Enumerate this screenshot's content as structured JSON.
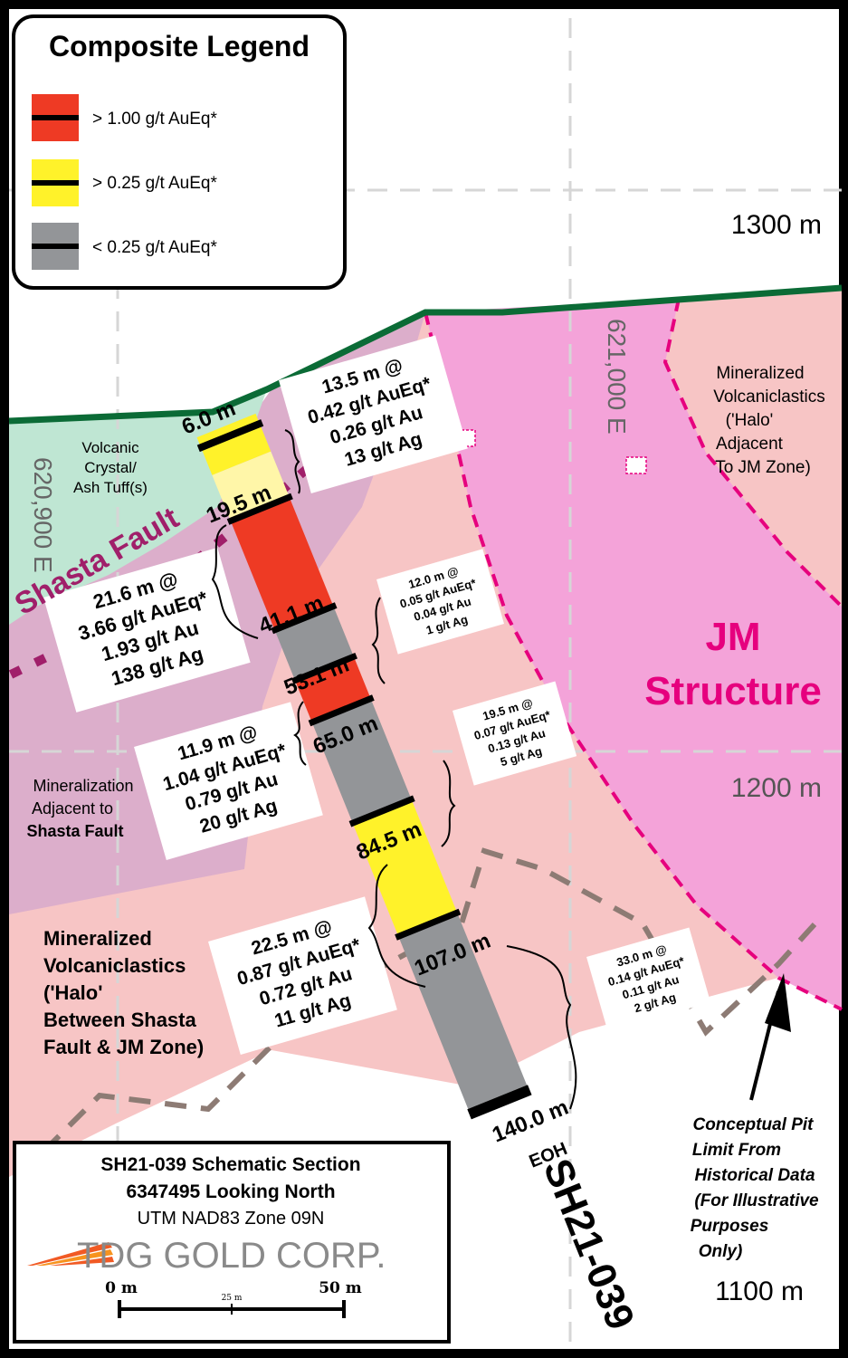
{
  "legend": {
    "title": "Composite Legend",
    "items": [
      {
        "label": "> 1.00 g/t AuEq*",
        "color": "#ee3a24"
      },
      {
        "label": "> 0.25 g/t AuEq*",
        "color": "#fff22a"
      },
      {
        "label": "< 0.25 g/t AuEq*",
        "color": "#939598"
      }
    ]
  },
  "elevations": {
    "e1300": "1300 m",
    "e1200": "1200 m",
    "e1100": "1100 m"
  },
  "eastings": {
    "e620900": "620,900 E",
    "e621000": "621,000 E"
  },
  "units": {
    "tuff": [
      "Volcanic",
      "Crystal/",
      "Ash Tuff(s)"
    ],
    "shasta_fault": "Shasta Fault",
    "jm_structure": [
      "JM",
      "Structure"
    ],
    "halo_jm": [
      "Mineralized",
      "Volcaniclastics",
      "('Halo'",
      "Adjacent",
      "To JM Zone)"
    ],
    "adj_shasta": [
      "Mineralization",
      "Adjacent to",
      "Shasta Fault"
    ],
    "halo_between": [
      "Mineralized",
      "Volcaniclastics",
      "('Halo'",
      "Between Shasta",
      "Fault & JM  Zone)"
    ]
  },
  "depths": [
    "6.0 m",
    "19.5 m",
    "41.1 m",
    "53.1 m",
    "65.0 m",
    "84.5 m",
    "107.0 m",
    "140.0 m"
  ],
  "eoh": "EOH",
  "hole_id": "SH21-039",
  "intervals": {
    "i1": [
      "13.5 m @",
      "0.42 g/t AuEq*",
      "0.26 g/t Au",
      "13 g/t Ag"
    ],
    "i2": [
      "21.6 m @",
      "3.66 g/t AuEq*",
      "1.93 g/t Au",
      "138 g/t Ag"
    ],
    "i3": [
      "12.0 m @",
      "0.05 g/t AuEq*",
      "0.04 g/t Au",
      "1 g/t Ag"
    ],
    "i4": [
      "11.9 m @",
      "1.04 g/t AuEq*",
      "0.79 g/t Au",
      "20 g/t Ag"
    ],
    "i5": [
      "19.5 m @",
      "0.07 g/t AuEq*",
      "0.13 g/t Au",
      "5 g/t Ag"
    ],
    "i6": [
      "22.5 m @",
      "0.87 g/t AuEq*",
      "0.72 g/t Au",
      "11 g/t Ag"
    ],
    "i7": [
      "33.0 m @",
      "0.14 g/t AuEq*",
      "0.11 g/t Au",
      "2 g/t Ag"
    ]
  },
  "pit_note": [
    "Conceptual Pit",
    "Limit From",
    "Historical Data",
    "(For Illustrative",
    "Purposes",
    "Only)"
  ],
  "title_block": {
    "line1": "SH21-039 Schematic Section",
    "line2": "6347495 Looking North",
    "line3": "UTM NAD83 Zone 09N",
    "company": "TDG GOLD CORP."
  },
  "scale": {
    "s0": "0 m",
    "s25": "25 m",
    "s50": "50 m"
  },
  "colors": {
    "high": "#ee3a24",
    "mid": "#fff22a",
    "low": "#939598",
    "jm": "#f4a3d9",
    "halo": "#f7c5c5",
    "tuff": "#bfe6d3",
    "fault_zone": "#dcaecb",
    "topo": "#0b6b36",
    "fault": "#a01f6a",
    "jm_outline": "#e6007e"
  }
}
